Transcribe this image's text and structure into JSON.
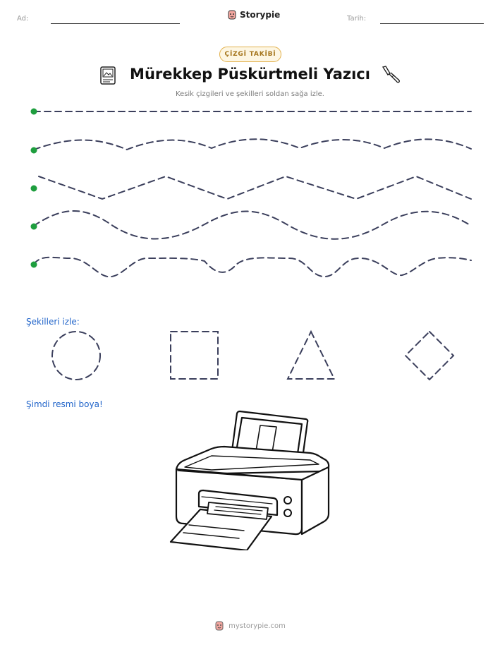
{
  "header": {
    "name_label": "Ad:",
    "date_label": "Tarih:",
    "brand_name": "Storypie"
  },
  "badge": "ÇİZGİ TAKİBİ",
  "title": "Mürekkep Püskürtmeli Yazıcı",
  "subtitle": "Kesik çizgileri ve şekilleri soldan sağa izle.",
  "trace_lines": [
    "straight-line",
    "gentle-wave",
    "zigzag",
    "wave",
    "curvy-wave"
  ],
  "shapes_label": "Şekilleri izle:",
  "shapes": [
    "circle",
    "square",
    "triangle",
    "diamond"
  ],
  "coloring_label": "Şimdi resmi boya!",
  "illustration": "printer",
  "icons": {
    "title_left": "picture-frame-icon",
    "title_right": "screwdriver-icon",
    "brand": "storypie-mascot-icon"
  },
  "colors": {
    "start_dot": "#1e9e3e",
    "dash_line": "#3b3f5c",
    "label_blue": "#1f63c9",
    "badge_border": "#e2b04a"
  },
  "footer": {
    "website": "mystorypie.com"
  }
}
